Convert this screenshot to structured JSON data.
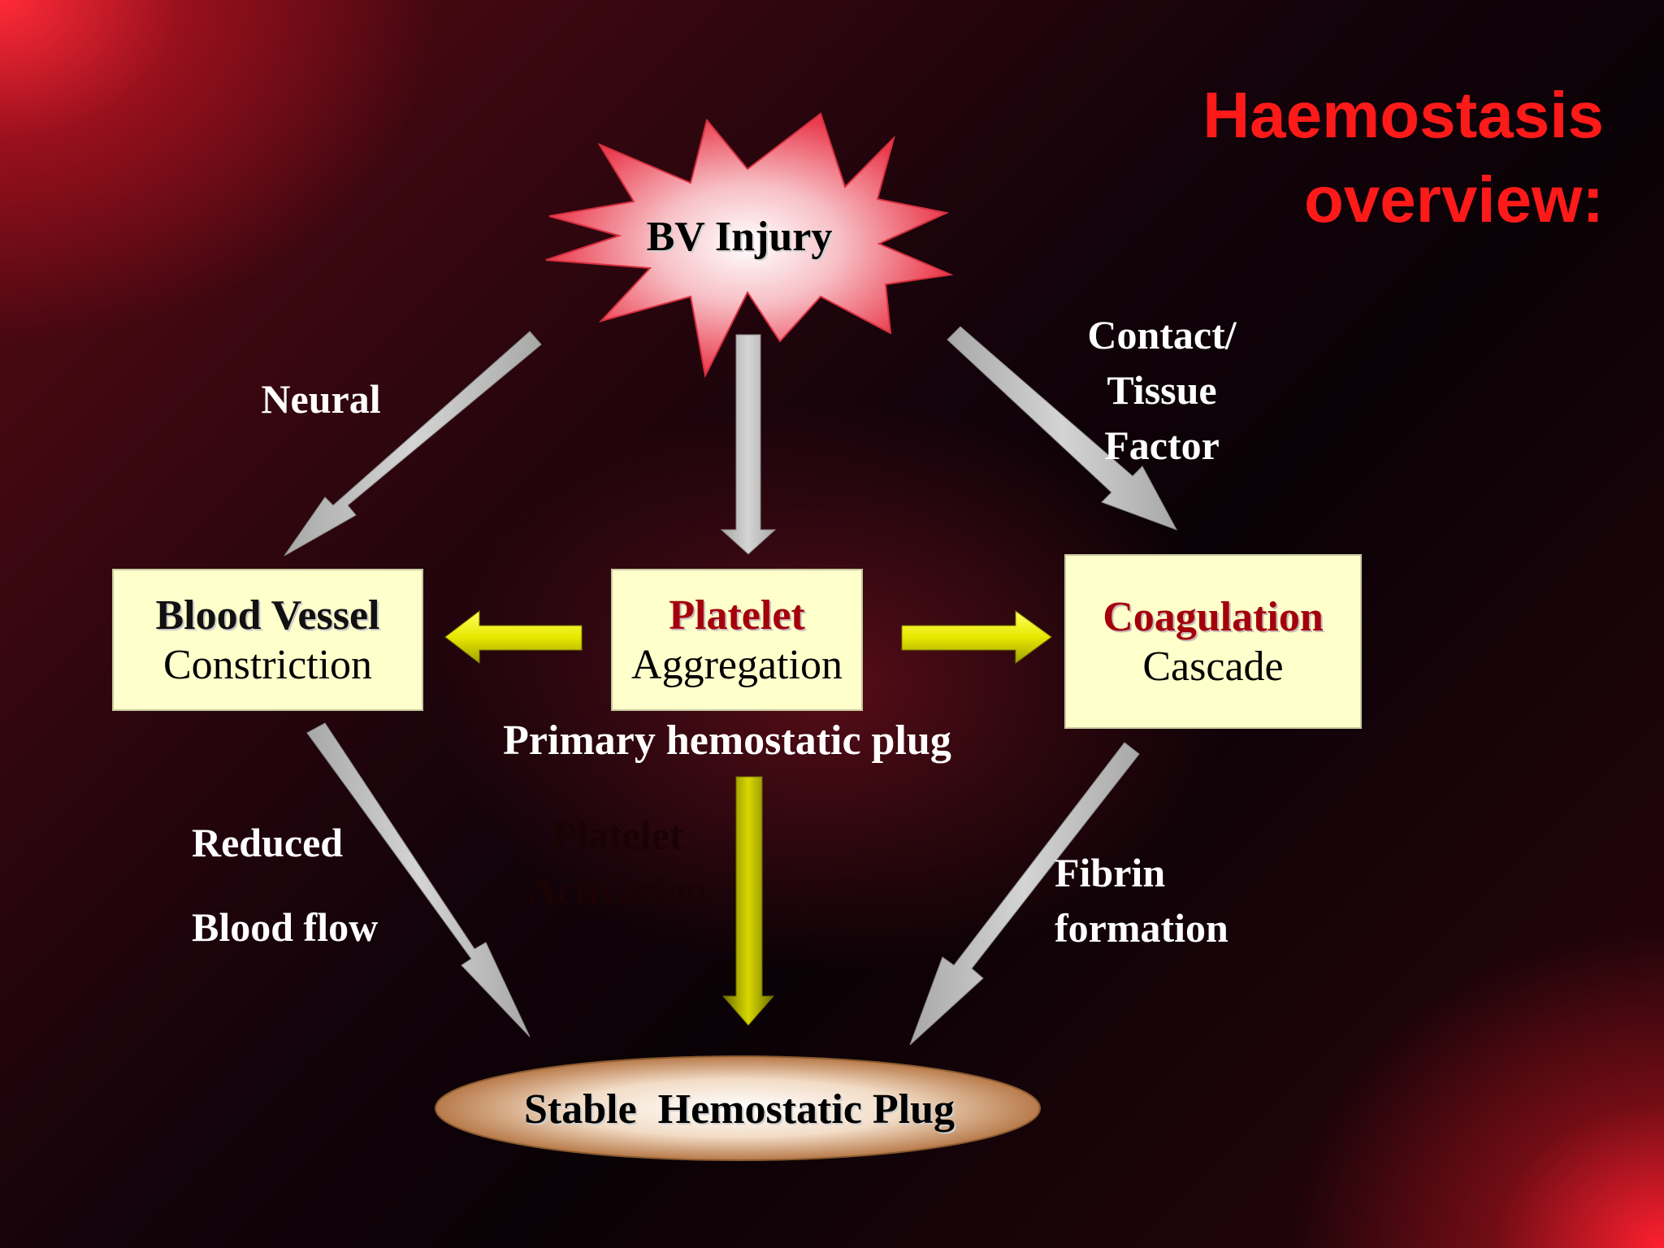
{
  "title": {
    "line1": "Haemostasis",
    "line2": "overview:"
  },
  "nodes": {
    "injury": "BV Injury",
    "blood_vessel": {
      "line1": "Blood Vessel",
      "line2": "Constriction"
    },
    "platelet": {
      "line1": "Platelet",
      "line2": "Aggregation"
    },
    "coagulation": {
      "line1": "Coagulation",
      "line2": "Cascade"
    },
    "plug": "Stable  Hemostatic Plug"
  },
  "edge_labels": {
    "neural": "Neural",
    "contact": {
      "line1": "Contact/",
      "line2": "Tissue",
      "line3": "Factor"
    },
    "primary_plug": "Primary hemostatic plug",
    "reduced": "Reduced",
    "blood_flow": "Blood flow",
    "platelet_activation": {
      "line1": "Platelet",
      "line2": "Activation"
    },
    "fibrin": {
      "line1": "Fibrin",
      "line2": "formation"
    }
  },
  "colors": {
    "title": "#ff1a1a",
    "box_fill": "#ffffcc",
    "grey_arrow": "#c0c0c0",
    "yellow_arrow": "#e0e000",
    "starburst": "#f05060",
    "plug_fill": "#d8a070"
  }
}
